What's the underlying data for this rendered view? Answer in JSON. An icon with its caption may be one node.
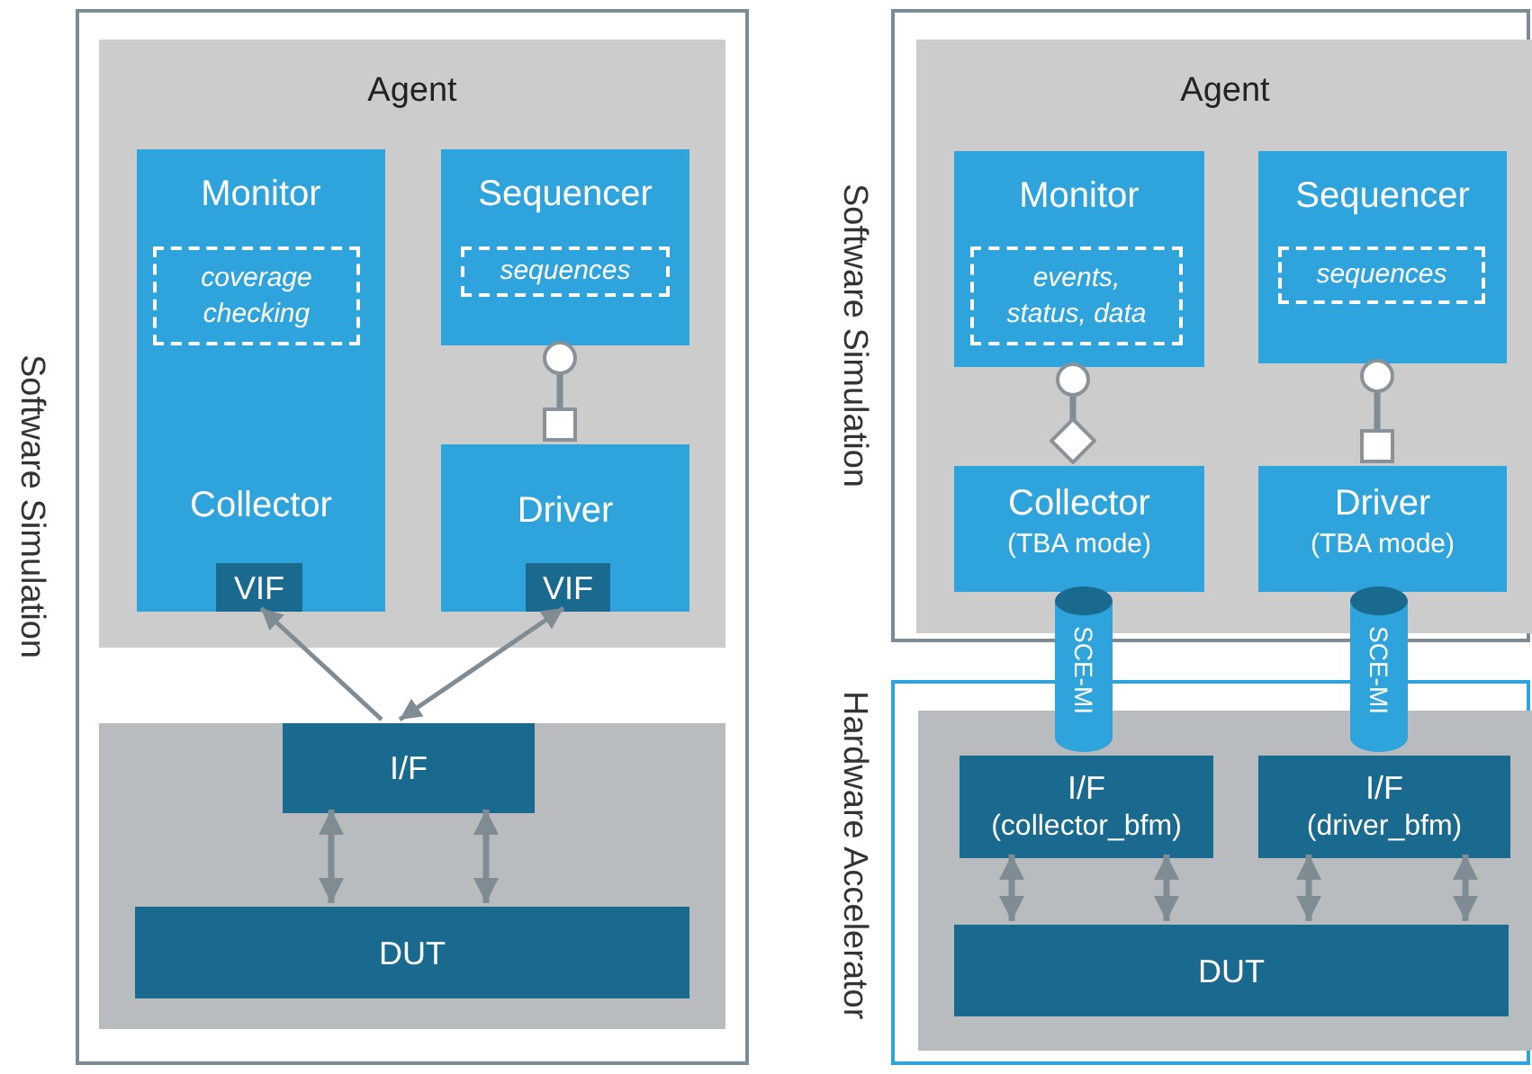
{
  "diagram": {
    "nodes": [
      {
        "text": [
          "Software Simulation"
        ]
      },
      {
        "text": [
          "Agent"
        ],
        "in": 0
      },
      {
        "text": [
          "Monitor",
          "Collector"
        ],
        "in": 1
      },
      {
        "text": [
          "coverage checking"
        ],
        "in": 2
      },
      {
        "text": [
          "VIF"
        ],
        "in": 2
      },
      {
        "text": [
          "Sequencer"
        ],
        "in": 1
      },
      {
        "text": [
          "sequences"
        ],
        "in": 5
      },
      {
        "text": [
          "Driver"
        ],
        "in": 1
      },
      {
        "text": [
          "VIF"
        ],
        "in": 7
      },
      {
        "text": [],
        "shape": "box",
        "in": 0
      },
      {
        "text": [
          "I/F"
        ],
        "in": 9
      },
      {
        "text": [
          "DUT"
        ],
        "in": 9
      },
      {
        "text": [
          "Software Simulation"
        ]
      },
      {
        "text": [
          "Agent"
        ],
        "in": 12
      },
      {
        "text": [
          "Monitor"
        ],
        "in": 13
      },
      {
        "text": [
          "events, status, data"
        ],
        "in": 14
      },
      {
        "text": [
          "Sequencer"
        ],
        "in": 13
      },
      {
        "text": [
          "sequences"
        ],
        "in": 16
      },
      {
        "text": [
          "Collector",
          "(TBA mode)"
        ],
        "in": 13
      },
      {
        "text": [
          "Driver",
          "(TBA mode)"
        ],
        "in": 13
      },
      {
        "text": [
          "SCE-MI"
        ]
      },
      {
        "text": [
          "SCE-MI"
        ]
      },
      {
        "text": [
          "Hardware Accelerator"
        ]
      },
      {
        "text": [],
        "shape": "box",
        "in": 22
      },
      {
        "text": [
          "I/F",
          "(collector_bfm)"
        ],
        "in": 23
      },
      {
        "text": [
          "I/F",
          "(driver_bfm)"
        ],
        "in": 23
      },
      {
        "text": [
          "DUT"
        ],
        "in": 23
      }
    ],
    "edges": [
      {
        "from": 10,
        "to": 4,
        "arrow": "to"
      },
      {
        "from": 10,
        "to": 8,
        "arrow": "both"
      },
      {
        "from": 10,
        "to": 11,
        "arrow": "both"
      },
      {
        "from": 10,
        "to": 11,
        "arrow": "both"
      },
      {
        "from": 5,
        "to": 7,
        "arrow": "other"
      },
      {
        "from": 14,
        "to": 18,
        "arrow": "other"
      },
      {
        "from": 16,
        "to": 19,
        "arrow": "other"
      },
      {
        "from": 24,
        "to": 26,
        "arrow": "both"
      },
      {
        "from": 24,
        "to": 26,
        "arrow": "both"
      },
      {
        "from": 25,
        "to": 26,
        "arrow": "both"
      },
      {
        "from": 25,
        "to": 26,
        "arrow": "both"
      }
    ]
  }
}
